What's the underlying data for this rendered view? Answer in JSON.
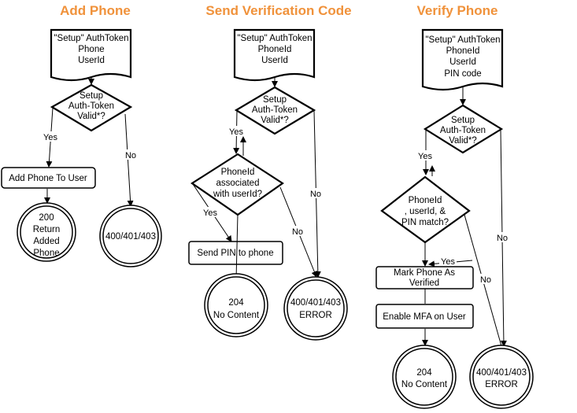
{
  "columns": [
    {
      "title": "Add Phone",
      "input_doc": [
        "\"Setup\" AuthToken",
        "Phone",
        "UserId"
      ],
      "decision": [
        "Setup",
        "Auth-Token",
        "Valid*?"
      ],
      "yes_label": "Yes",
      "no_label": "No",
      "action": "Add Phone To User",
      "success": [
        "200",
        "Return",
        "Added",
        "Phone"
      ],
      "error": [
        "400/401/403"
      ]
    },
    {
      "title": "Send Verification Code",
      "input_doc": [
        "\"Setup\" AuthToken",
        "PhoneId",
        "UserId"
      ],
      "decision": [
        "Setup",
        "Auth-Token",
        "Valid*?"
      ],
      "decision2": [
        "PhoneId",
        "associated",
        "with userId?"
      ],
      "yes_label": "Yes",
      "yes2_label": "Yes",
      "no_label": "No",
      "no2_label": "No",
      "action": "Send PIN to phone",
      "success": [
        "204",
        "No Content"
      ],
      "error": [
        "400/401/403",
        "ERROR"
      ]
    },
    {
      "title": "Verify Phone",
      "input_doc": [
        "\"Setup\" AuthToken",
        "PhoneId",
        "UserId",
        "PIN code"
      ],
      "decision": [
        "Setup",
        "Auth-Token",
        "Valid*?"
      ],
      "decision2": [
        "PhoneId",
        ", userId, &",
        "PIN match?"
      ],
      "yes_label": "Yes",
      "yes2_label": "Yes",
      "no_label": "No",
      "no2_label": "No",
      "action": [
        "Mark Phone As",
        "Verified"
      ],
      "action2": "Enable MFA on User",
      "success": [
        "204",
        "No Content"
      ],
      "error": [
        "400/401/403",
        "ERROR"
      ]
    }
  ]
}
